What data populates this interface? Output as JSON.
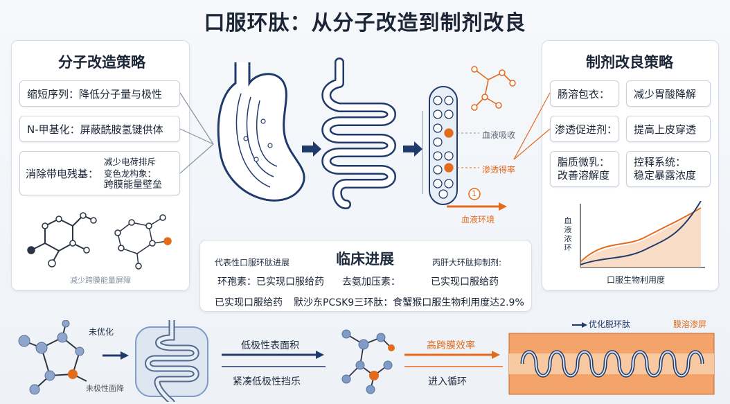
{
  "title": "口服环肽：从分子改造到制剂改良",
  "left_panel": {
    "title": "分子改造策略",
    "items": [
      {
        "label": "缩短序列：降低分子量与极性"
      },
      {
        "label": "N-甲基化：屏蔽酰胺氢键供体"
      },
      {
        "label": "消除带电残基：",
        "sub": [
          "减少电荷排斥",
          "变色龙构象：",
          "跨膜能量壁垒"
        ]
      }
    ],
    "caption": "减少跨膜能量屏障"
  },
  "center": {
    "label_absorption": "血液吸收",
    "label_permeability": "渗透得率",
    "label_step": "1",
    "label_circulation": "血液环境"
  },
  "right_panel": {
    "title": "制剂改良策略",
    "rows": [
      {
        "left": "肠溶包衣：",
        "right": "减少胃酸降解"
      },
      {
        "left": "渗透促进剂：",
        "right": "提高上皮穿透"
      },
      {
        "left": "脂质微乳：\n改善溶解度",
        "right": "控释系统：\n稳定暴露浓度"
      }
    ],
    "chart_ylabel": "血\n液\n浓\n环",
    "chart_xlabel": "口服生物利用度"
  },
  "clinical": {
    "title": "临床进展",
    "header_left": "代表性口服环肽进展",
    "header_right": "丙肝大环肽抑制剂:",
    "row1": [
      "环孢素：已实现口服给药",
      "去氨加压素：",
      "已实现口服给药"
    ],
    "row2": [
      "已实现口服给药",
      "默沙东PCSK9三环肽：食蟹猴口服生物利用度达2.9%"
    ]
  },
  "bottom": {
    "unoptimized": "未优化",
    "unoptimized_sub": "未极性面降",
    "arrow1_top": "低极性表面积",
    "arrow1_bottom": "紧凑低极性挡乐",
    "arrow2_top": "高跨膜效率",
    "arrow2_bottom": "进入循环",
    "membrane_label1": "优化脱环肽",
    "membrane_label2": "膜溶渗屏"
  },
  "colors": {
    "navy": "#1f3a6b",
    "orange": "#e46a1c",
    "blue_atom": "#7f9cc8",
    "panel_border": "#d7dee8"
  }
}
